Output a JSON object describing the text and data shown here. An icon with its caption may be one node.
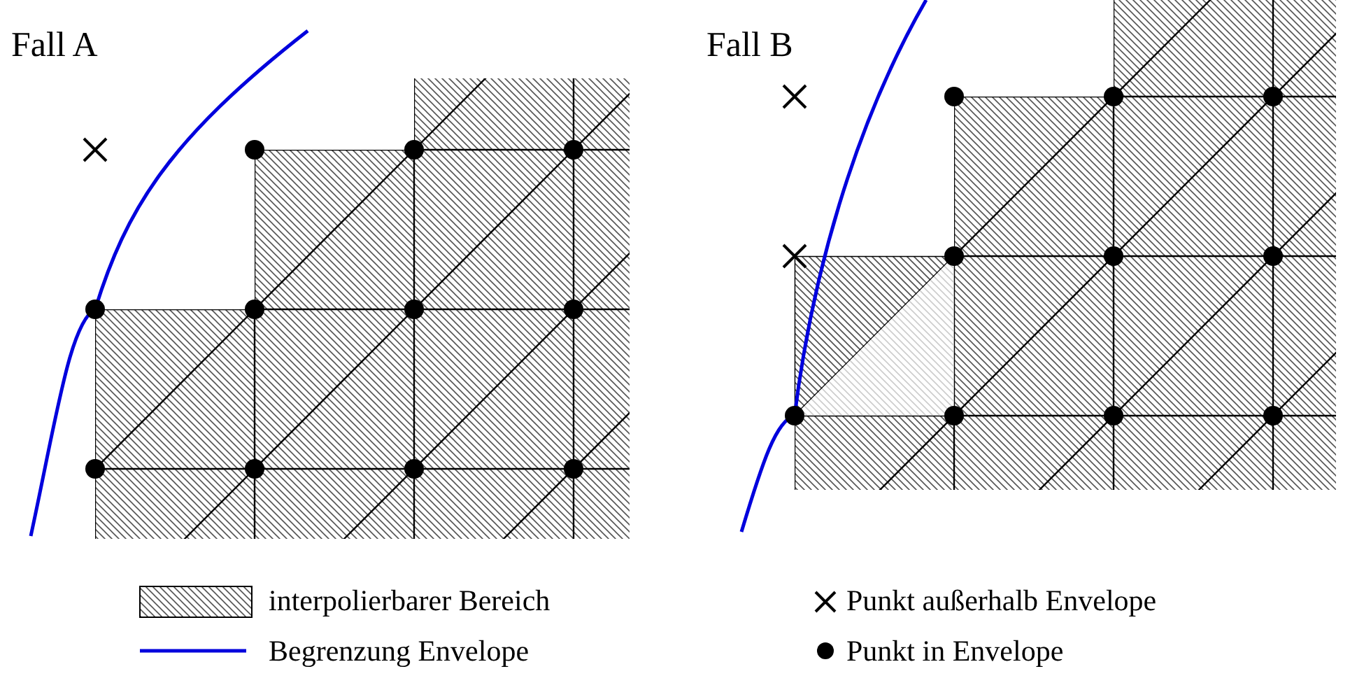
{
  "diagram": {
    "labels": [
      "Fall A",
      "Fall B"
    ],
    "legend": [
      {
        "text": "interpolierbarer Bereich"
      },
      {
        "text": "Begrenzung Envelope"
      },
      {
        "text": "Punkt außerhalb Envelope"
      },
      {
        "text": "Punkt in Envelope"
      }
    ]
  }
}
